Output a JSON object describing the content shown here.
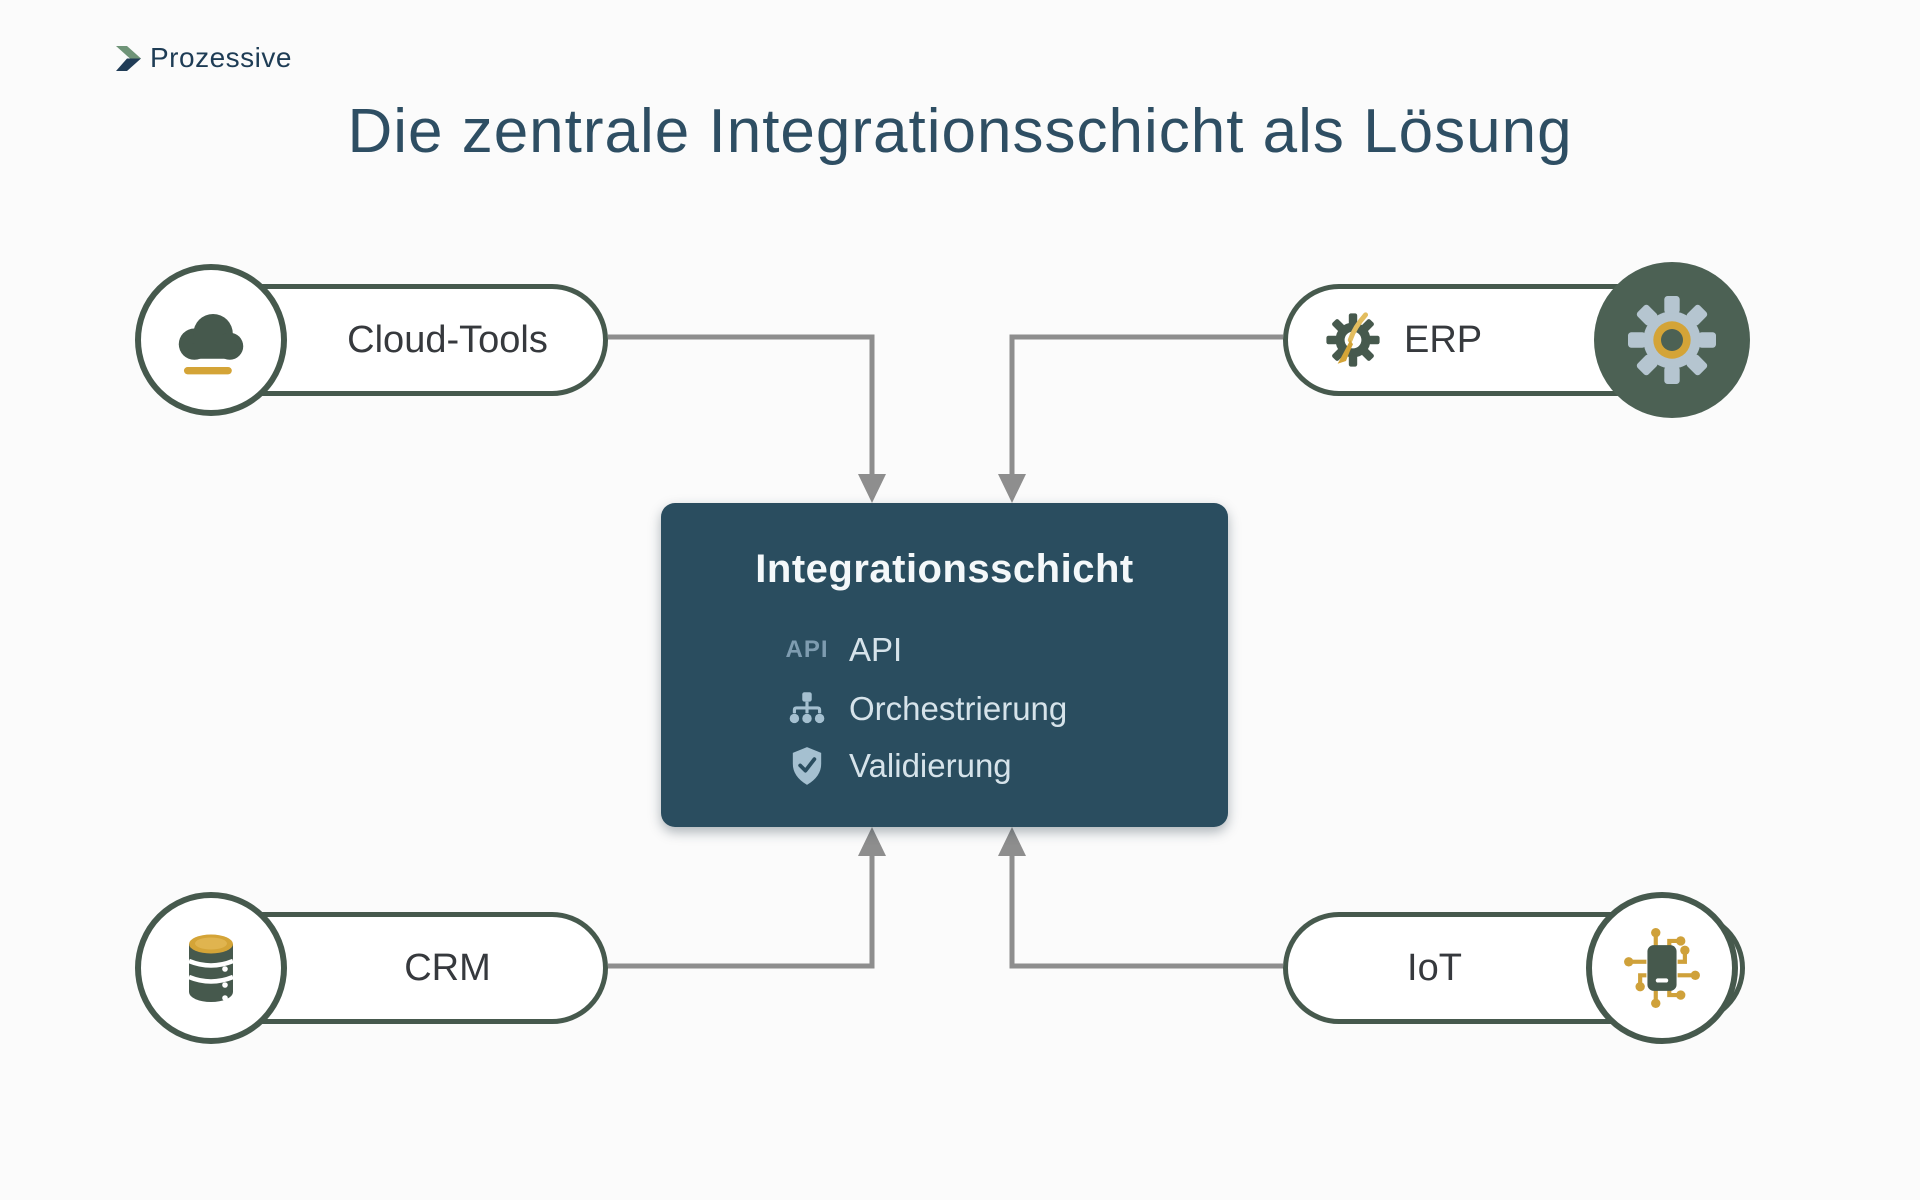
{
  "brand": {
    "name": "Prozessive"
  },
  "title": "Die zentrale Integrationsschicht als Lösung",
  "center": {
    "title": "Integrationsschicht",
    "api_badge": "API",
    "items": [
      {
        "icon": "api-badge",
        "label": "API"
      },
      {
        "icon": "sitemap-icon",
        "label": "Orchestrierung"
      },
      {
        "icon": "shield-check-icon",
        "label": "Validierung"
      }
    ]
  },
  "nodes": {
    "cloud_tools": {
      "label": "Cloud-Tools",
      "icon": "cloud-icon"
    },
    "erp": {
      "label": "ERP",
      "icon": "gear-icon"
    },
    "crm": {
      "label": "CRM",
      "icon": "database-icon"
    },
    "iot": {
      "label": "IoT",
      "icon": "chip-icon"
    }
  },
  "colors": {
    "dark_green": "#46594d",
    "gold": "#d4a437",
    "box_blue": "#2a4d5f",
    "line_gray": "#8e8e8e",
    "title_text": "#2e4e63"
  }
}
